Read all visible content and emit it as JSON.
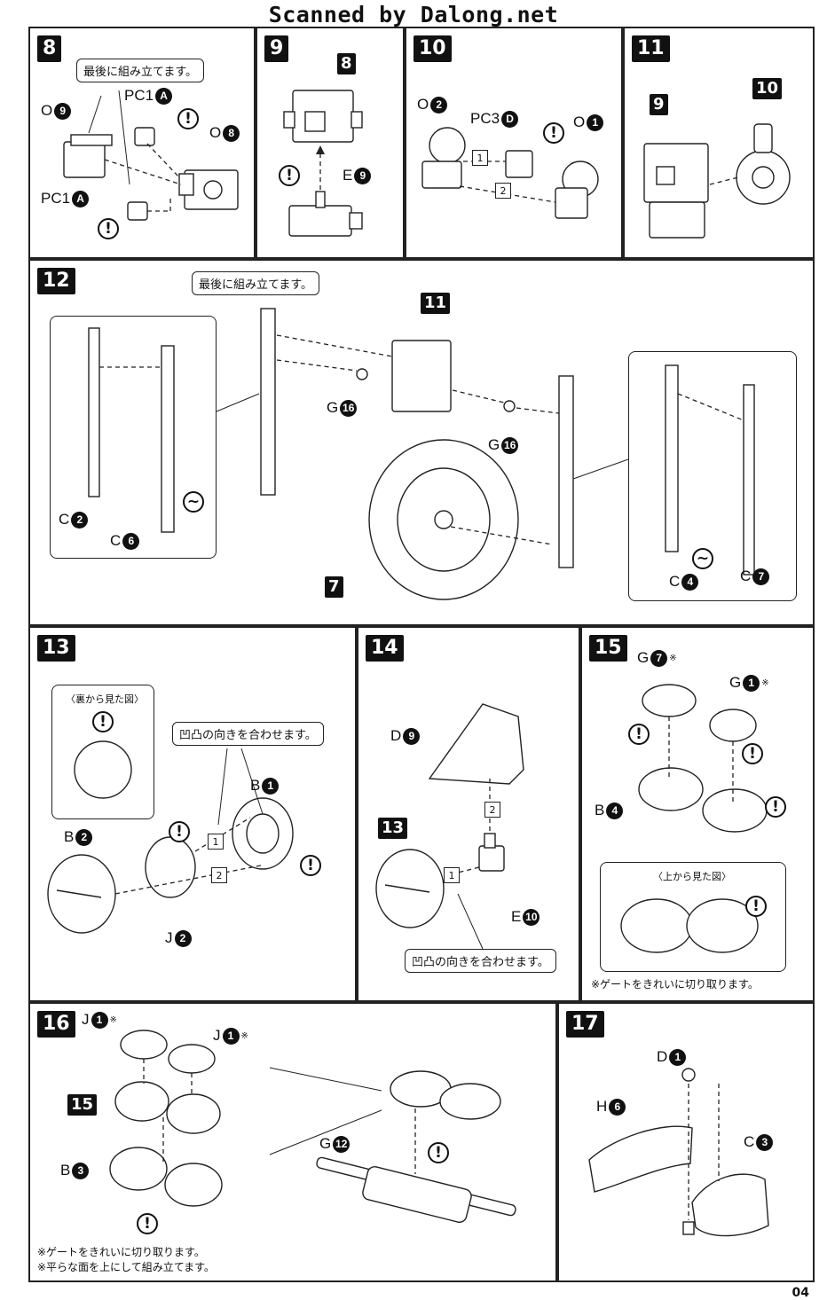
{
  "header": {
    "scanned": "Scanned by Dalong.net"
  },
  "page_number": "04",
  "steps": {
    "s8": {
      "num": "8",
      "callout": "最後に組み立てます。",
      "labels": {
        "o9": "O",
        "o9n": "9",
        "pc1a": "PC1",
        "pc1an": "A",
        "o8": "O",
        "o8n": "8",
        "pc1b": "PC1",
        "pc1bn": "A"
      }
    },
    "s9": {
      "num": "9",
      "part": "8",
      "labels": {
        "e9": "E",
        "e9n": "9"
      }
    },
    "s10": {
      "num": "10",
      "labels": {
        "o2": "O",
        "o2n": "2",
        "pc3d": "PC3",
        "pc3dn": "D",
        "o1": "O",
        "o1n": "1"
      },
      "seq": [
        "1",
        "2"
      ]
    },
    "s11": {
      "num": "11",
      "parts": [
        "9",
        "10"
      ]
    },
    "s12": {
      "num": "12",
      "callout": "最後に組み立てます。",
      "part11": "11",
      "part7": "7",
      "labels": {
        "c2": "C",
        "c2n": "2",
        "c6": "C",
        "c6n": "6",
        "g16a": "G",
        "g16an": "16",
        "g16b": "G",
        "g16bn": "16",
        "c4": "C",
        "c4n": "4",
        "c7": "C",
        "c7n": "7"
      }
    },
    "s13": {
      "num": "13",
      "inset_title": "〈裏から見た図〉",
      "callout": "凹凸の向きを合わせます。",
      "labels": {
        "b1": "B",
        "b1n": "1",
        "b2": "B",
        "b2n": "2",
        "j2": "J",
        "j2n": "2"
      },
      "seq": [
        "1",
        "2"
      ]
    },
    "s14": {
      "num": "14",
      "part13": "13",
      "callout": "凹凸の向きを合わせます。",
      "labels": {
        "d9": "D",
        "d9n": "9",
        "e10": "E",
        "e10n": "10"
      },
      "seq": [
        "1",
        "2"
      ]
    },
    "s15": {
      "num": "15",
      "inset_title": "〈上から見た図〉",
      "note": "※ゲートをきれいに切り取ります。",
      "labels": {
        "g7": "G",
        "g7n": "7",
        "g7m": "※",
        "g1": "G",
        "g1n": "1",
        "g1m": "※",
        "b4": "B",
        "b4n": "4"
      }
    },
    "s16": {
      "num": "16",
      "part15": "15",
      "notes": [
        "※ゲートをきれいに切り取ります。",
        "※平らな面を上にして組み立てます。"
      ],
      "labels": {
        "j1a": "J",
        "j1an": "1",
        "j1am": "※",
        "j1b": "J",
        "j1bn": "1",
        "j1bm": "※",
        "b3": "B",
        "b3n": "3",
        "g12": "G",
        "g12n": "12"
      }
    },
    "s17": {
      "num": "17",
      "labels": {
        "d1": "D",
        "d1n": "1",
        "h6": "H",
        "h6n": "6",
        "c3": "C",
        "c3n": "3"
      }
    }
  },
  "icons": {
    "warning": "exclamation-circle-icon",
    "spring": "spring-icon"
  },
  "warning_glyph": "!"
}
